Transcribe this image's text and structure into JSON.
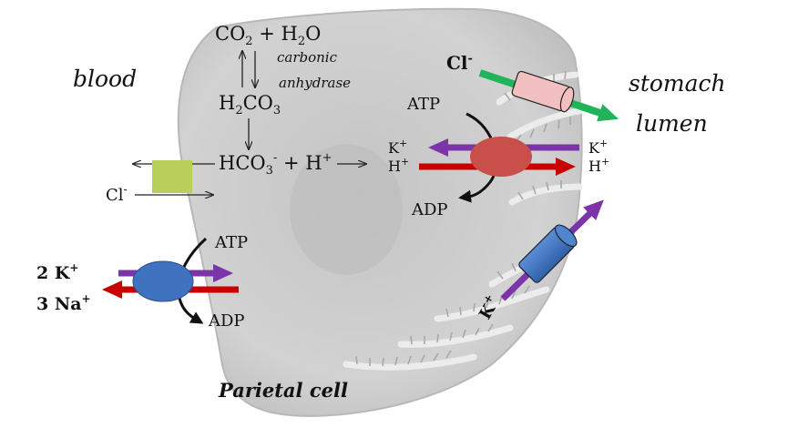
{
  "labels": {
    "blood": "blood",
    "stomach": "stomach",
    "lumen": "lumen",
    "parietal_cell": "Parietal cell",
    "co2": "CO",
    "co2_sub": "2",
    "plus_h2o": " + H",
    "h2o_sub": "2",
    "h2o_end": "O",
    "carbonic": "carbonic",
    "anhydrase": "anhydrase",
    "h2co3_h": "H",
    "h2co3_sub1": "2",
    "h2co3_co": "CO",
    "h2co3_sub2": "3",
    "hco3": "HCO",
    "hco3_sub": "3",
    "hco3_sup": "-",
    "plus_h": " + H",
    "h_sup": "+",
    "cl_left": "Cl",
    "cl_left_sup": "-",
    "cl_top": "Cl",
    "cl_top_sup": "-",
    "atp_pump": "ATP",
    "adp_pump": "ADP",
    "k_pump_in": "K",
    "k_pump_in_sup": "+",
    "h_pump_in": "H",
    "h_pump_in_sup": "+",
    "k_pump_out": "K",
    "k_pump_out_sup": "+",
    "h_pump_out": "H",
    "h_pump_out_sup": "+",
    "atp_nak": "ATP",
    "adp_nak": "ADP",
    "two_k": "2 K",
    "two_k_sup": "+",
    "three_na": "3 Na",
    "three_na_sup": "+",
    "k_channel": "K",
    "k_channel_sup": "+"
  },
  "colors": {
    "cell_fill": "#cfcfcf",
    "nucleus": "#bdbdbd",
    "purple": "#7b35a8",
    "red": "#c80000",
    "green": "#1fb35a",
    "pump_red": "#c9504a",
    "blue": "#3f73c0",
    "cl_channel": "#f2c0c0",
    "antiporter": "#b9cf5c"
  }
}
